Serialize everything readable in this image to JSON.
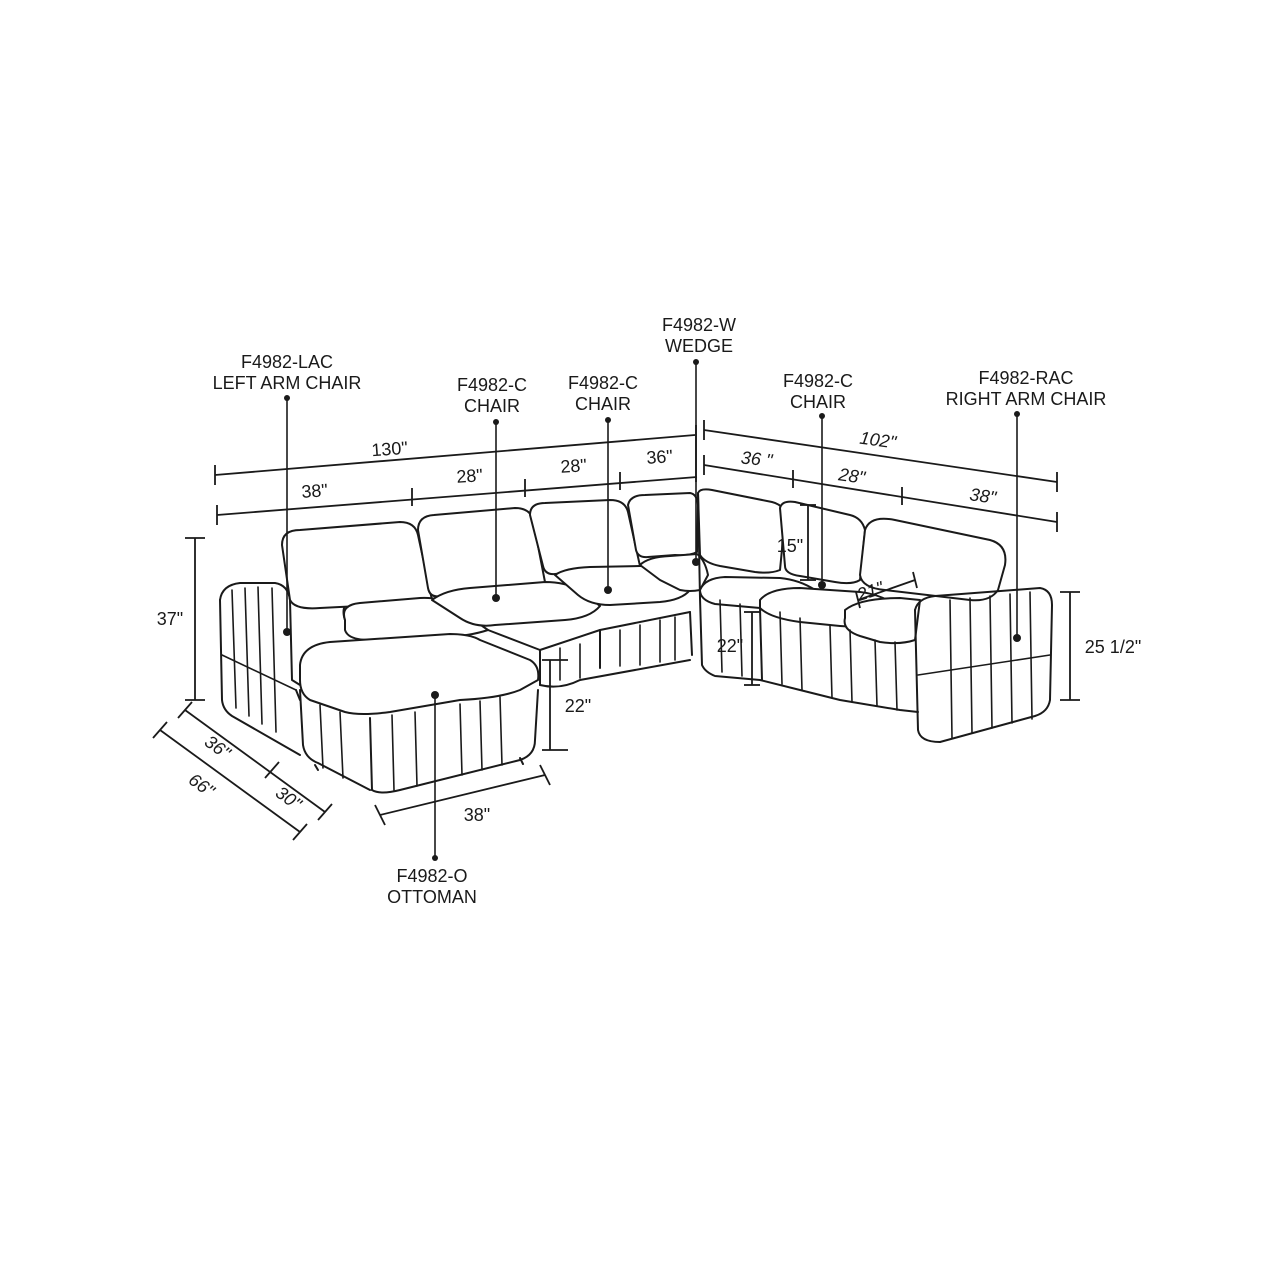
{
  "parts": {
    "lac_code": "F4982-LAC",
    "lac_name": "LEFT ARM CHAIR",
    "c1_code": "F4982-C",
    "c1_name": "CHAIR",
    "c2_code": "F4982-C",
    "c2_name": "CHAIR",
    "w_code": "F4982-W",
    "w_name": "WEDGE",
    "c3_code": "F4982-C",
    "c3_name": "CHAIR",
    "rac_code": "F4982-RAC",
    "rac_name": "RIGHT ARM CHAIR",
    "o_code": "F4982-O",
    "o_name": "OTTOMAN"
  },
  "dims": {
    "left_total": "130\"",
    "right_total": "102\"",
    "left_38": "38\"",
    "left_28a": "28\"",
    "left_28b": "28\"",
    "left_36": "36\"",
    "right_36": "36  \"",
    "right_28": "28\"",
    "right_38": "38\"",
    "height_37": "37\"",
    "height_25": "25 1/2\"",
    "back_15": "15\"",
    "seat_21": "21\"",
    "seat_h_22a": "22\"",
    "seat_h_22b": "22\"",
    "ottoman_38": "38\"",
    "depth_66": "66\"",
    "depth_36": "36\"",
    "depth_30": "30\""
  }
}
